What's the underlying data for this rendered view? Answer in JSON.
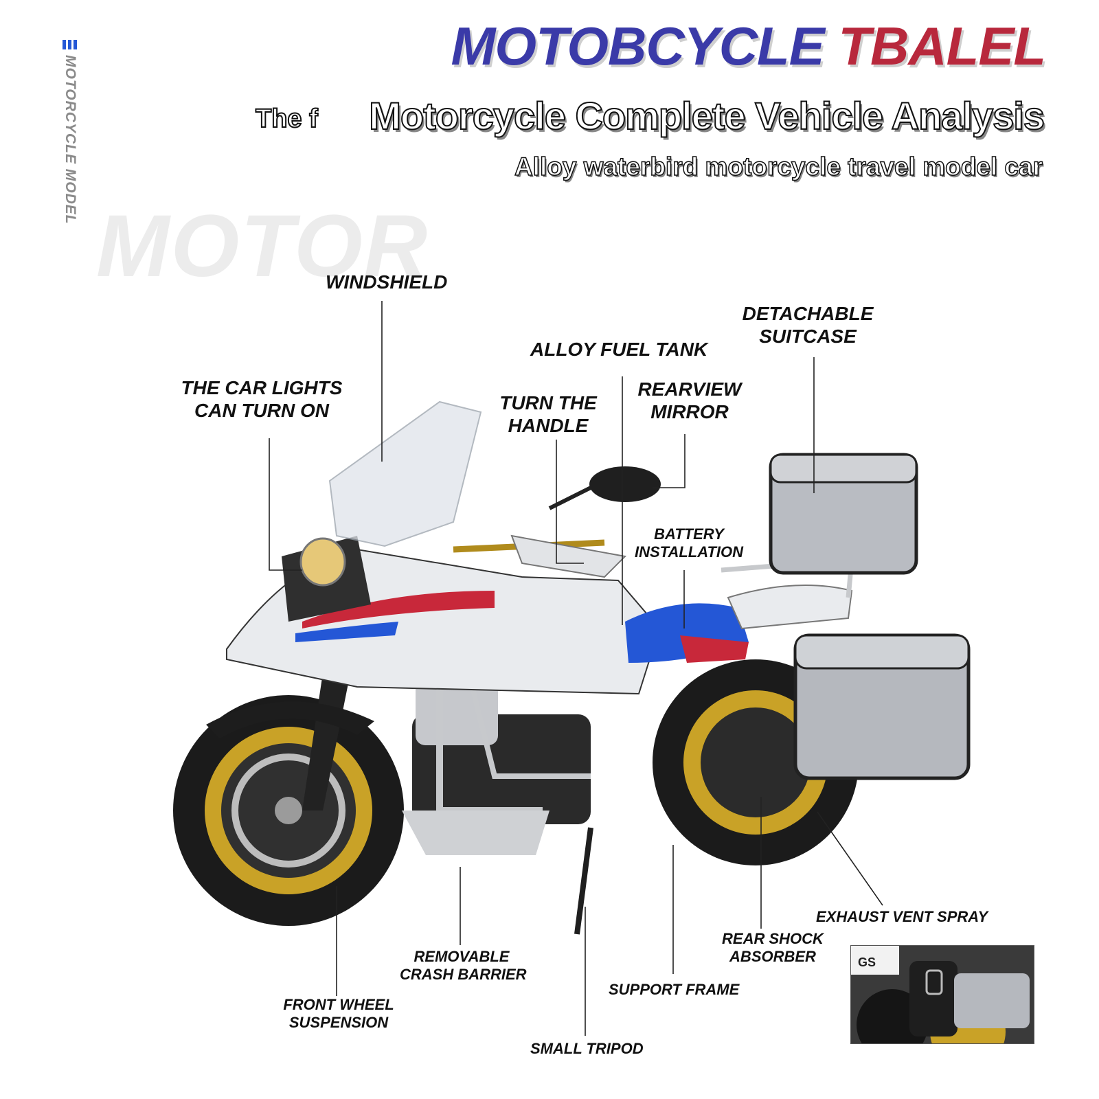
{
  "sidebar": {
    "vertical_label": "MOTORCYCLE MODEL"
  },
  "background_word": "MOTOR",
  "header": {
    "title_part1": "MOTOBCYCLE",
    "title_part2": "TBALEL",
    "subtitle_overlap": "The f",
    "subtitle": "Motorcycle Complete Vehicle Analysis",
    "tagline": "Alloy waterbird motorcycle travel model car"
  },
  "callouts": {
    "windshield": "WINDSHIELD",
    "lights_1": "THE CAR LIGHTS",
    "lights_2": "CAN TURN ON",
    "fuel_tank": "ALLOY FUEL TANK",
    "handle_1": "TURN THE",
    "handle_2": "HANDLE",
    "mirror_1": "REARVIEW",
    "mirror_2": "MIRROR",
    "suitcase_1": "DETACHABLE",
    "suitcase_2": "SUITCASE",
    "battery_1": "BATTERY",
    "battery_2": "INSTALLATION",
    "exhaust": "EXHAUST VENT SPRAY",
    "rear_shock_1": "REAR SHOCK",
    "rear_shock_2": "ABSORBER",
    "crash_barrier_1": "REMOVABLE",
    "crash_barrier_2": "CRASH BARRIER",
    "support_frame": "SUPPORT FRAME",
    "front_suspension_1": "FRONT WHEEL",
    "front_suspension_2": "SUSPENSION",
    "tripod": "SMALL TRIPOD"
  },
  "inset": {
    "plate_text": "GS"
  },
  "colors": {
    "accent_blue": "#2457d6",
    "accent_red": "#c8283a",
    "rim_gold": "#c9a227",
    "case_silver": "#b9bcc2",
    "body_white": "#e9ebee"
  },
  "icons": [
    "bars-icon",
    "motorcycle-illustration",
    "exhaust-inset-image"
  ]
}
